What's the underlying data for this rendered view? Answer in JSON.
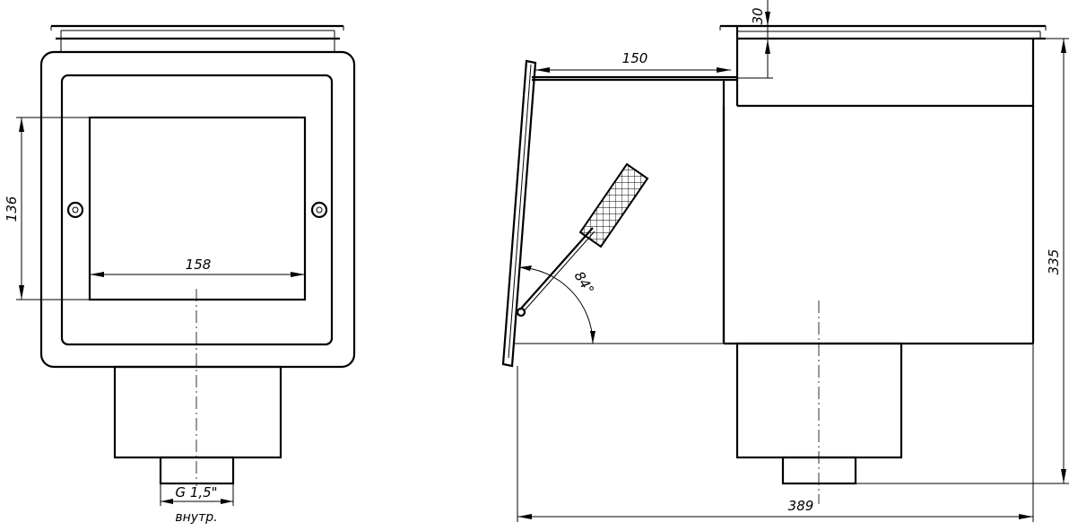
{
  "drawing": {
    "front_view": {
      "dim_opening_height": "136",
      "dim_opening_width": "158",
      "dim_thread": "G 1,5\"",
      "dim_thread_note": "внутр."
    },
    "side_view": {
      "dim_flap_length": "150",
      "dim_flange_height": "30",
      "dim_flap_angle": "84°",
      "dim_total_height": "335",
      "dim_total_length": "389"
    }
  }
}
